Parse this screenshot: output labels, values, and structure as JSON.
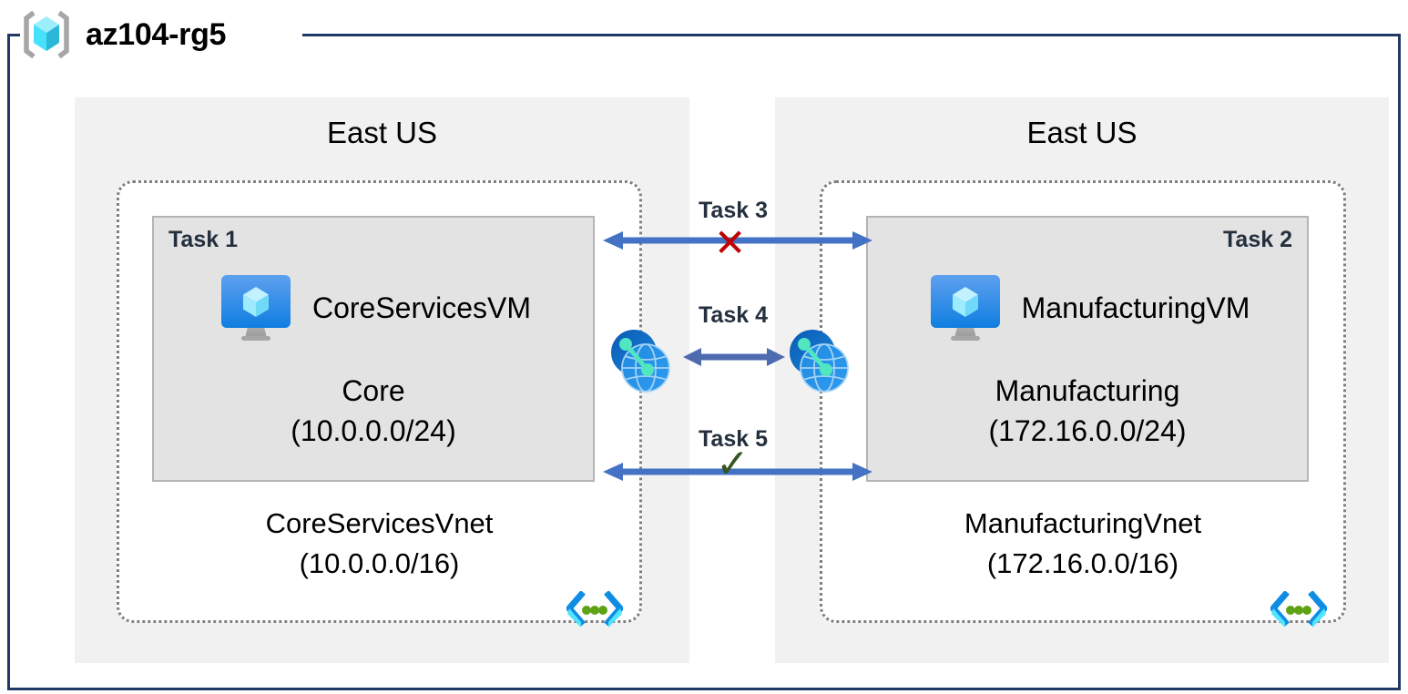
{
  "resource_group": {
    "name": "az104-rg5",
    "icon": "resource-group-cube-icon"
  },
  "regions": [
    {
      "id": "left",
      "label": "East US"
    },
    {
      "id": "right",
      "label": "East US"
    }
  ],
  "vnets": [
    {
      "id": "left",
      "name": "CoreServicesVnet",
      "address_space": "(10.0.0.0/16)",
      "icon": "virtual-network-icon",
      "subnet": {
        "task_tag": "Task 1",
        "task_align": "left",
        "vm_name": "CoreServicesVM",
        "vm_icon": "virtual-machine-icon",
        "subnet_name": "Core",
        "subnet_prefix": "(10.0.0.0/24)"
      }
    },
    {
      "id": "right",
      "name": "ManufacturingVnet",
      "address_space": "(172.16.0.0/16)",
      "icon": "virtual-network-icon",
      "subnet": {
        "task_tag": "Task 2",
        "task_align": "right",
        "vm_name": "ManufacturingVM",
        "vm_icon": "virtual-machine-icon",
        "subnet_name": "Manufacturing",
        "subnet_prefix": "(172.16.0.0/24)"
      }
    }
  ],
  "connectors": [
    {
      "id": "task3",
      "label": "Task 3",
      "marker": "✕",
      "marker_kind": "cross",
      "marker_color": "#c00000",
      "arrow_color": "#4472c4",
      "direction": "bidirectional"
    },
    {
      "id": "task4",
      "label": "Task 4",
      "marker": "",
      "marker_kind": "none",
      "arrow_color": "#4f6bb0",
      "direction": "bidirectional",
      "left_icon": "vnet-peering-icon",
      "right_icon": "vnet-peering-icon"
    },
    {
      "id": "task5",
      "label": "Task 5",
      "marker": "✓",
      "marker_kind": "check",
      "marker_color": "#375623",
      "arrow_color": "#4472c4",
      "direction": "bidirectional"
    }
  ],
  "colors": {
    "frame_border": "#1f3864",
    "region_bg": "#f1f1f1",
    "vnet_border": "#7f7f7f",
    "subnet_bg": "#e3e3e3",
    "subnet_border": "#b4b4b4",
    "arrow_blue": "#4472c4",
    "task_text": "#25303f",
    "azure_blue": "#0078d4",
    "peering_green": "#50e6c0"
  }
}
